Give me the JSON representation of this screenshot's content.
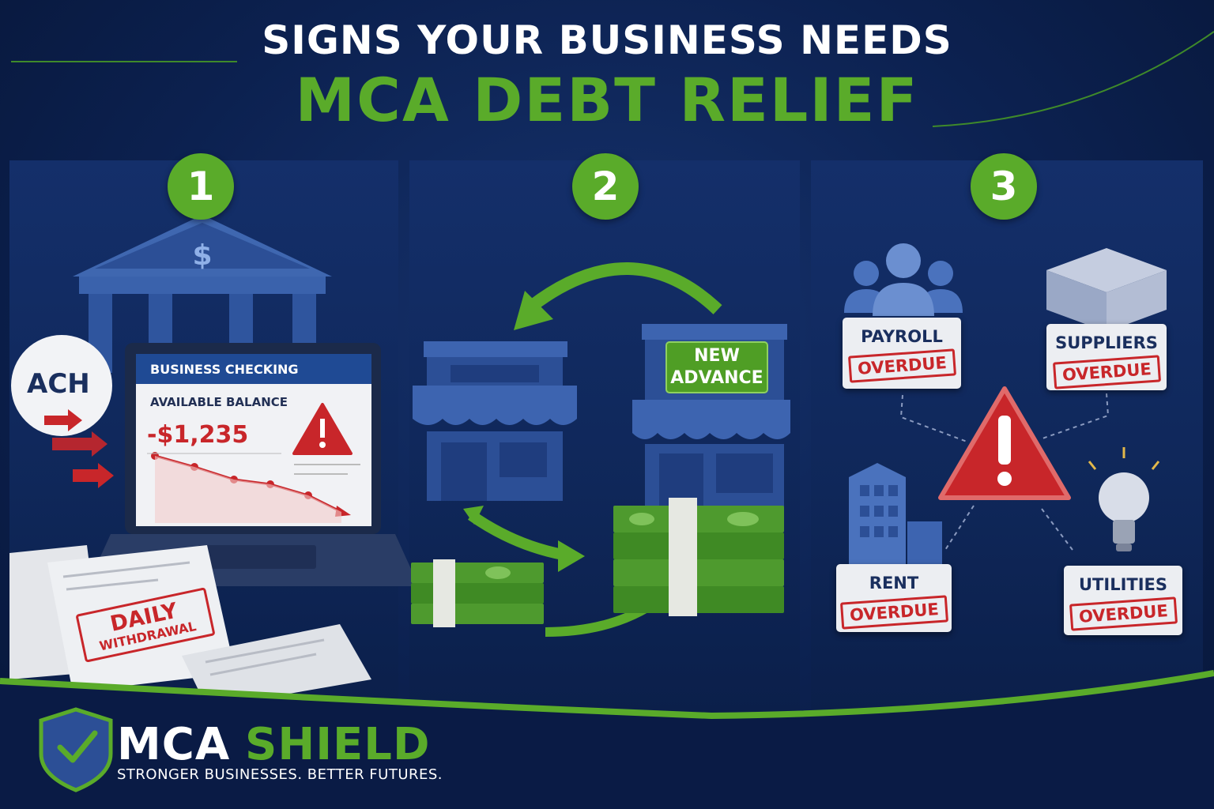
{
  "header": {
    "title_line1": "SIGNS YOUR BUSINESS NEEDS",
    "title_line2": "MCA DEBT RELIEF"
  },
  "panels": [
    {
      "number": "1",
      "ach_label": "ACH",
      "screen_title": "BUSINESS CHECKING",
      "balance_label": "AVAILABLE BALANCE",
      "balance_value": "-$1,235",
      "stamp_line1": "DAILY",
      "stamp_line2": "WITHDRAWAL"
    },
    {
      "number": "2",
      "sign_label": "NEW ADVANCE"
    },
    {
      "number": "3",
      "cards": [
        {
          "label": "PAYROLL",
          "status": "OVERDUE"
        },
        {
          "label": "SUPPLIERS",
          "status": "OVERDUE"
        },
        {
          "label": "RENT",
          "status": "OVERDUE"
        },
        {
          "label": "UTILITIES",
          "status": "OVERDUE"
        }
      ]
    }
  ],
  "footer": {
    "brand_word1": "MCA",
    "brand_word2": "SHIELD",
    "tagline": "STRONGER BUSINESSES. BETTER FUTURES."
  },
  "colors": {
    "background": "#0c2150",
    "accent_green": "#5aab2a",
    "alert_red": "#c8262a",
    "card_white": "#eceef2"
  },
  "icons": [
    "bank-icon",
    "laptop-icon",
    "warning-icon",
    "arrow-right-icon",
    "document-icon",
    "storefront-icon",
    "cycle-arrow-icon",
    "cash-stack-icon",
    "people-icon",
    "box-icon",
    "building-icon",
    "lightbulb-icon",
    "shield-check-icon"
  ]
}
